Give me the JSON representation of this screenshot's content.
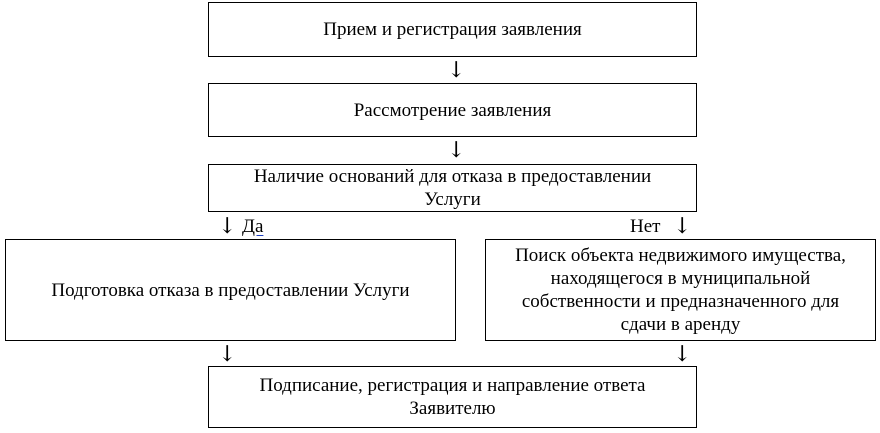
{
  "nodes": {
    "receive": "Прием и регистрация заявления",
    "review": "Рассмотрение заявления",
    "grounds": "Наличие оснований для отказа в предоставлении Услуги",
    "refusal": "Подготовка отказа в предоставлении Услуги",
    "search": "Поиск объекта недвижимого имущества, находящегося в муниципальной собственности и предназначенного для сдачи в аренду",
    "sign": "Подписание, регистрация и направление ответа Заявителю"
  },
  "branches": {
    "yes": "Да",
    "no": "Нет"
  },
  "arrow_glyph": "↓"
}
